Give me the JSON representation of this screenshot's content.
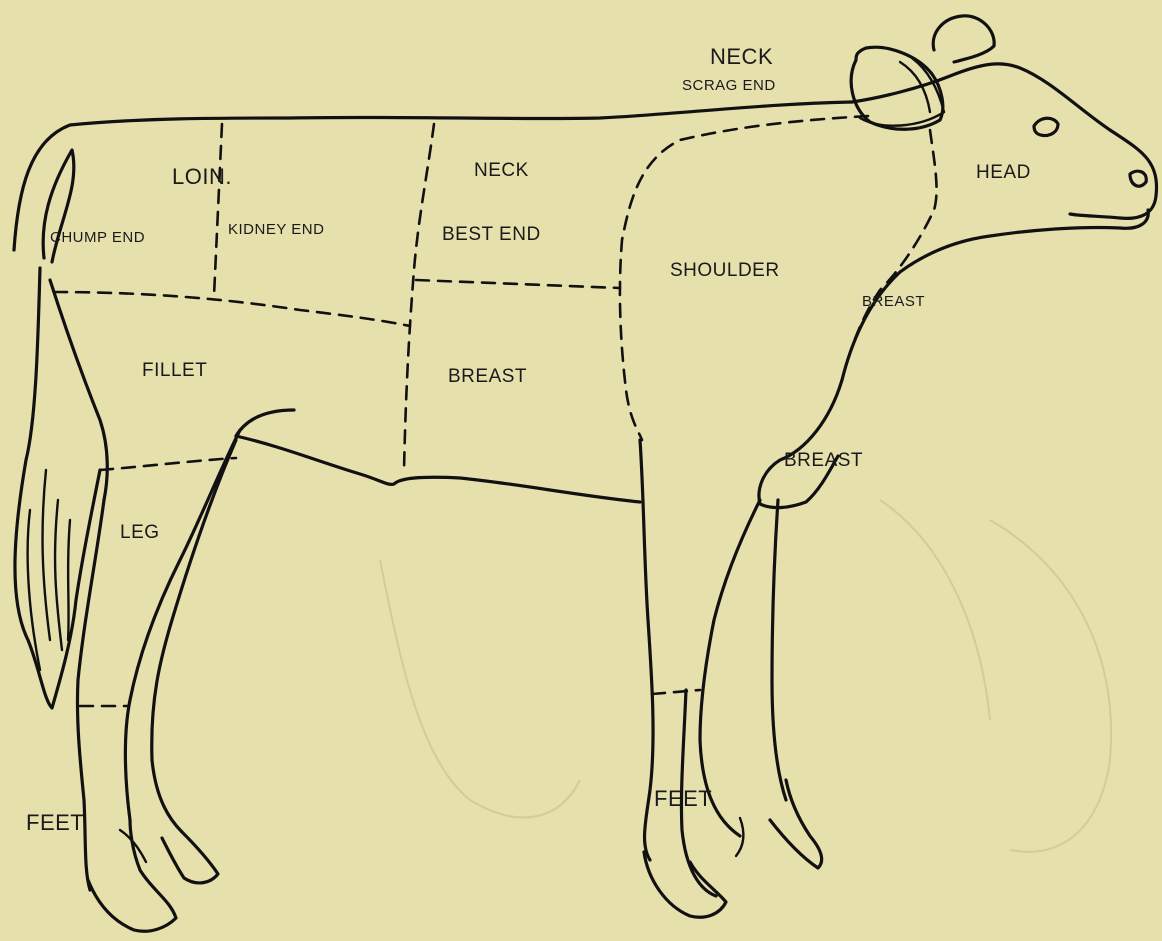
{
  "labels": {
    "neck_top": "NECK",
    "scrag_end": "SCRAG END",
    "loin": "LOIN.",
    "chump_end": "CHUMP END",
    "kidney_end": "KIDNEY END",
    "neck": "NECK",
    "best_end": "BEST END",
    "head": "HEAD",
    "shoulder": "SHOULDER",
    "breast_upper": "BREAST",
    "fillet": "FILLET",
    "breast_mid": "BREAST",
    "breast_lower": "BREAST",
    "leg": "LEG",
    "feet_hind": "FEET",
    "feet_fore": "FEET"
  },
  "colors": {
    "paper": "#e6e0ad",
    "ink": "#111111"
  }
}
